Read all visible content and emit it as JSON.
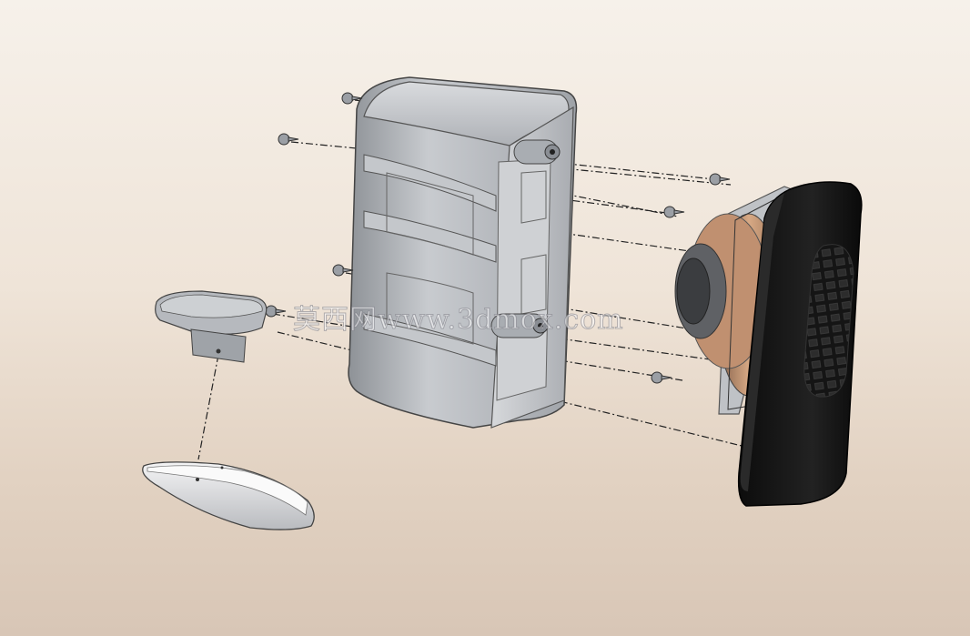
{
  "watermark": {
    "text": "莫西网www.3dmox.com"
  },
  "colors": {
    "background_top": "#f6f1ea",
    "background_bottom": "#d8c6b6",
    "housing": "#b9bcc1",
    "grille": "#111111",
    "driver_cone": "#c79a78"
  },
  "parts": [
    "screw-icon",
    "rear-housing",
    "stand-base",
    "stand-foot",
    "speaker-driver",
    "front-grille"
  ]
}
